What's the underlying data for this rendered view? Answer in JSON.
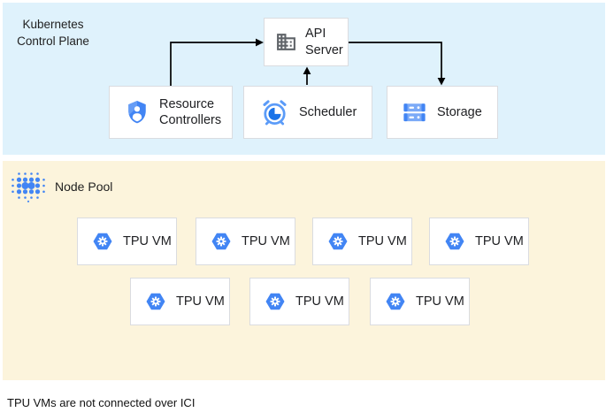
{
  "control_plane": {
    "title": "Kubernetes Control Plane",
    "bg_color": "#DFF2FC",
    "nodes": {
      "api_server": "API Server",
      "resource_controllers": "Resource Controllers",
      "scheduler": "Scheduler",
      "storage": "Storage"
    },
    "edges": [
      {
        "from": "resource_controllers",
        "to": "api_server"
      },
      {
        "from": "scheduler",
        "to": "api_server"
      },
      {
        "from": "api_server",
        "to": "storage"
      }
    ]
  },
  "node_pool": {
    "title": "Node Pool",
    "bg_color": "#FCF4DC",
    "tpu_vm_label": "TPU VM",
    "tpu_vm_count": 7,
    "rows": [
      4,
      3
    ]
  },
  "footnote": "TPU VMs are not connected over ICI",
  "icons": {
    "api_server": "building-icon",
    "resource_controllers": "shield-user-icon",
    "scheduler": "alarm-clock-icon",
    "storage": "server-stack-icon",
    "node_pool": "dot-cluster-icon",
    "tpu_vm": "hexagon-gear-icon"
  },
  "colors": {
    "google_blue": "#4285F4",
    "dark_blue": "#1A73E8",
    "light_blue": "#7BAAF7",
    "icon_gray": "#5F6368",
    "box_border": "#DADCE0",
    "arrow": "#000000"
  }
}
